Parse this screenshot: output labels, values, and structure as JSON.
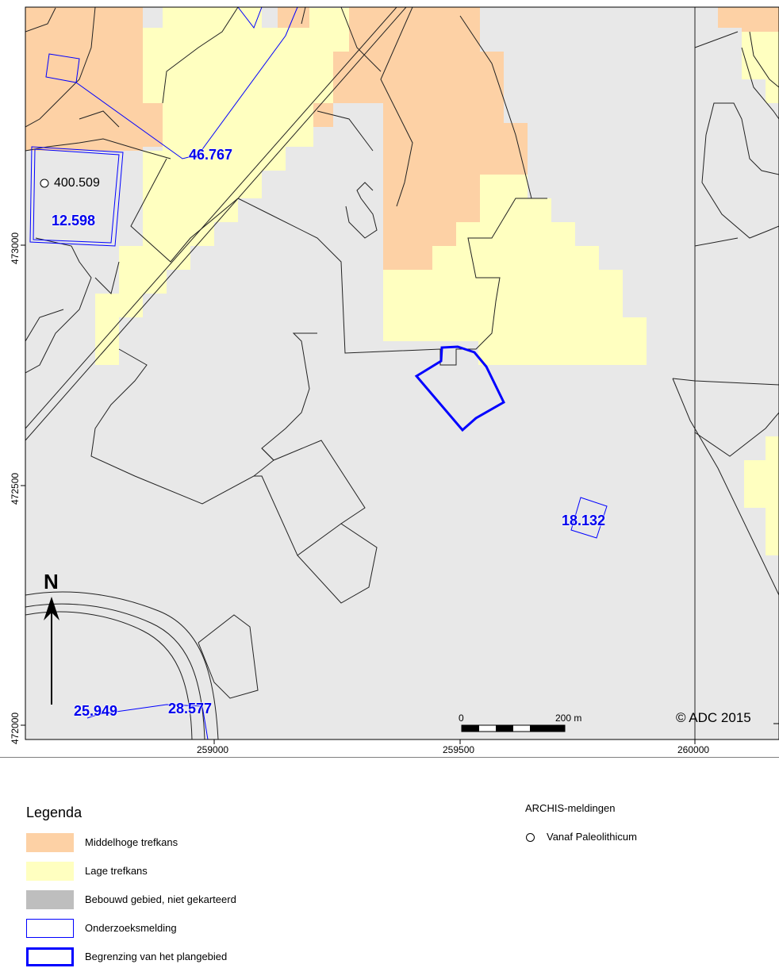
{
  "map": {
    "labels": {
      "survey_46767": "46.767",
      "survey_12598": "12.598",
      "archis_400509": "400.509",
      "survey_18132": "18.132",
      "survey_25949": "25.949",
      "survey_28577": "28.577"
    },
    "x_axis": [
      "259000",
      "259500",
      "260000"
    ],
    "y_axis": [
      "473000",
      "472500",
      "472000"
    ],
    "scale": {
      "start": "0",
      "end": "200 m"
    },
    "north": "N",
    "copyright": "© ADC 2015"
  },
  "legend": {
    "title": "Legenda",
    "items": [
      {
        "label": "Middelhoge trefkans",
        "color": "#fdd1a5"
      },
      {
        "label": "Lage trefkans",
        "color": "#ffffc0"
      },
      {
        "label": "Bebouwd gebied, niet gekarteerd",
        "color": "#bebebe"
      },
      {
        "label": "Onderzoeksmelding",
        "color": "#0000ff"
      },
      {
        "label": "Begrenzing van het plangebied",
        "color": "#0000ff"
      }
    ],
    "archis": {
      "title": "ARCHIS-meldingen",
      "item": "Vanaf Paleolithicum"
    }
  },
  "colors": {
    "map_background": "#e8e8e8",
    "middelhoog": "#fdd1a5",
    "laag": "#ffffc0",
    "outline_blue": "#0000ff"
  }
}
